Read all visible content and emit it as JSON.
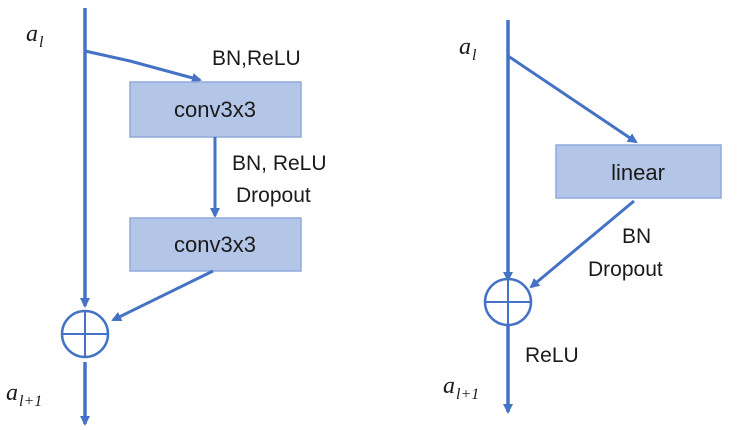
{
  "colors": {
    "stroke": "#4472c4",
    "box_fill": "#b4c6e7",
    "box_border": "#8faadc",
    "text": "#1a1a1a"
  },
  "left_block": {
    "input_label": {
      "base": "a",
      "sub": "l"
    },
    "output_label": {
      "base": "a",
      "sub": "l+1"
    },
    "label_bn_relu_1": "BN,ReLU",
    "conv1": "conv3x3",
    "label_bn_relu_2": "BN, ReLU",
    "label_dropout": "Dropout",
    "conv2": "conv3x3",
    "sum_symbol": "plus-circle-icon"
  },
  "right_block": {
    "input_label": {
      "base": "a",
      "sub": "l"
    },
    "output_label": {
      "base": "a",
      "sub": "l+1"
    },
    "linear": "linear",
    "label_bn": "BN",
    "label_dropout": "Dropout",
    "label_relu": "ReLU",
    "sum_symbol": "plus-circle-icon"
  }
}
